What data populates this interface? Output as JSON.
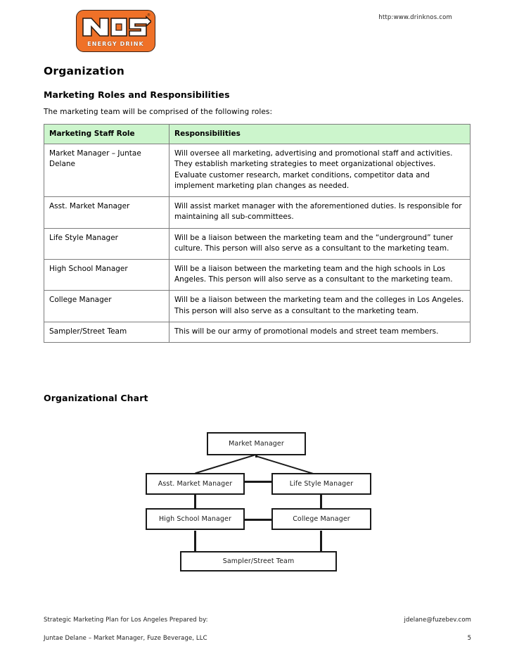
{
  "header": {
    "url": "http:www.drinknos.com",
    "logo": {
      "brand": "NOS",
      "tagline": "ENERGY DRINK",
      "registered_mark": "®",
      "background_color": "#ef7128"
    }
  },
  "headings": {
    "h1": "Organization",
    "h2_roles": "Marketing Roles and Responsibilities",
    "h2_chart": "Organizational Chart"
  },
  "intro": "The marketing team will be comprised of the following roles:",
  "table": {
    "header_color": "#ccf5cc",
    "columns": [
      "Marketing Staff Role",
      "Responsibilities"
    ],
    "rows": [
      {
        "role": "Market Manager – Juntae Delane",
        "responsibility": "Will oversee all marketing, advertising and promotional staff and activities. They establish marketing strategies to meet organizational objectives. Evaluate customer research, market conditions, competitor data and implement marketing plan changes as needed."
      },
      {
        "role": "Asst. Market Manager",
        "responsibility": "Will assist market manager with the aforementioned duties. Is responsible for maintaining all sub-committees."
      },
      {
        "role": "Life Style Manager",
        "responsibility": "Will be a liaison between the marketing team and the “underground” tuner culture. This person will also serve as a consultant to the marketing team."
      },
      {
        "role": "High School Manager",
        "responsibility": "Will be a liaison between the marketing team and the high schools in Los Angeles. This person will also serve as a consultant to the marketing team."
      },
      {
        "role": "College Manager",
        "responsibility": "Will be a liaison between the marketing team and the colleges in Los Angeles. This person will also serve as a consultant to the marketing team."
      },
      {
        "role": "Sampler/Street Team",
        "responsibility": "This will be our army of promotional models and street team members."
      }
    ]
  },
  "org_chart": {
    "nodes": [
      {
        "id": "market-manager",
        "label": "Market Manager"
      },
      {
        "id": "asst-market-manager",
        "label": "Asst. Market Manager"
      },
      {
        "id": "life-style-manager",
        "label": "Life Style Manager"
      },
      {
        "id": "high-school-manager",
        "label": "High School Manager"
      },
      {
        "id": "college-manager",
        "label": "College Manager"
      },
      {
        "id": "sampler-street-team",
        "label": "Sampler/Street Team"
      }
    ]
  },
  "footer": {
    "line1_left": "Strategic Marketing Plan for Los Angeles Prepared by:",
    "line1_right": "jdelane@fuzebev.com",
    "line2_left": "Juntae Delane – Market Manager, Fuze Beverage, LLC",
    "page_number": "5"
  }
}
